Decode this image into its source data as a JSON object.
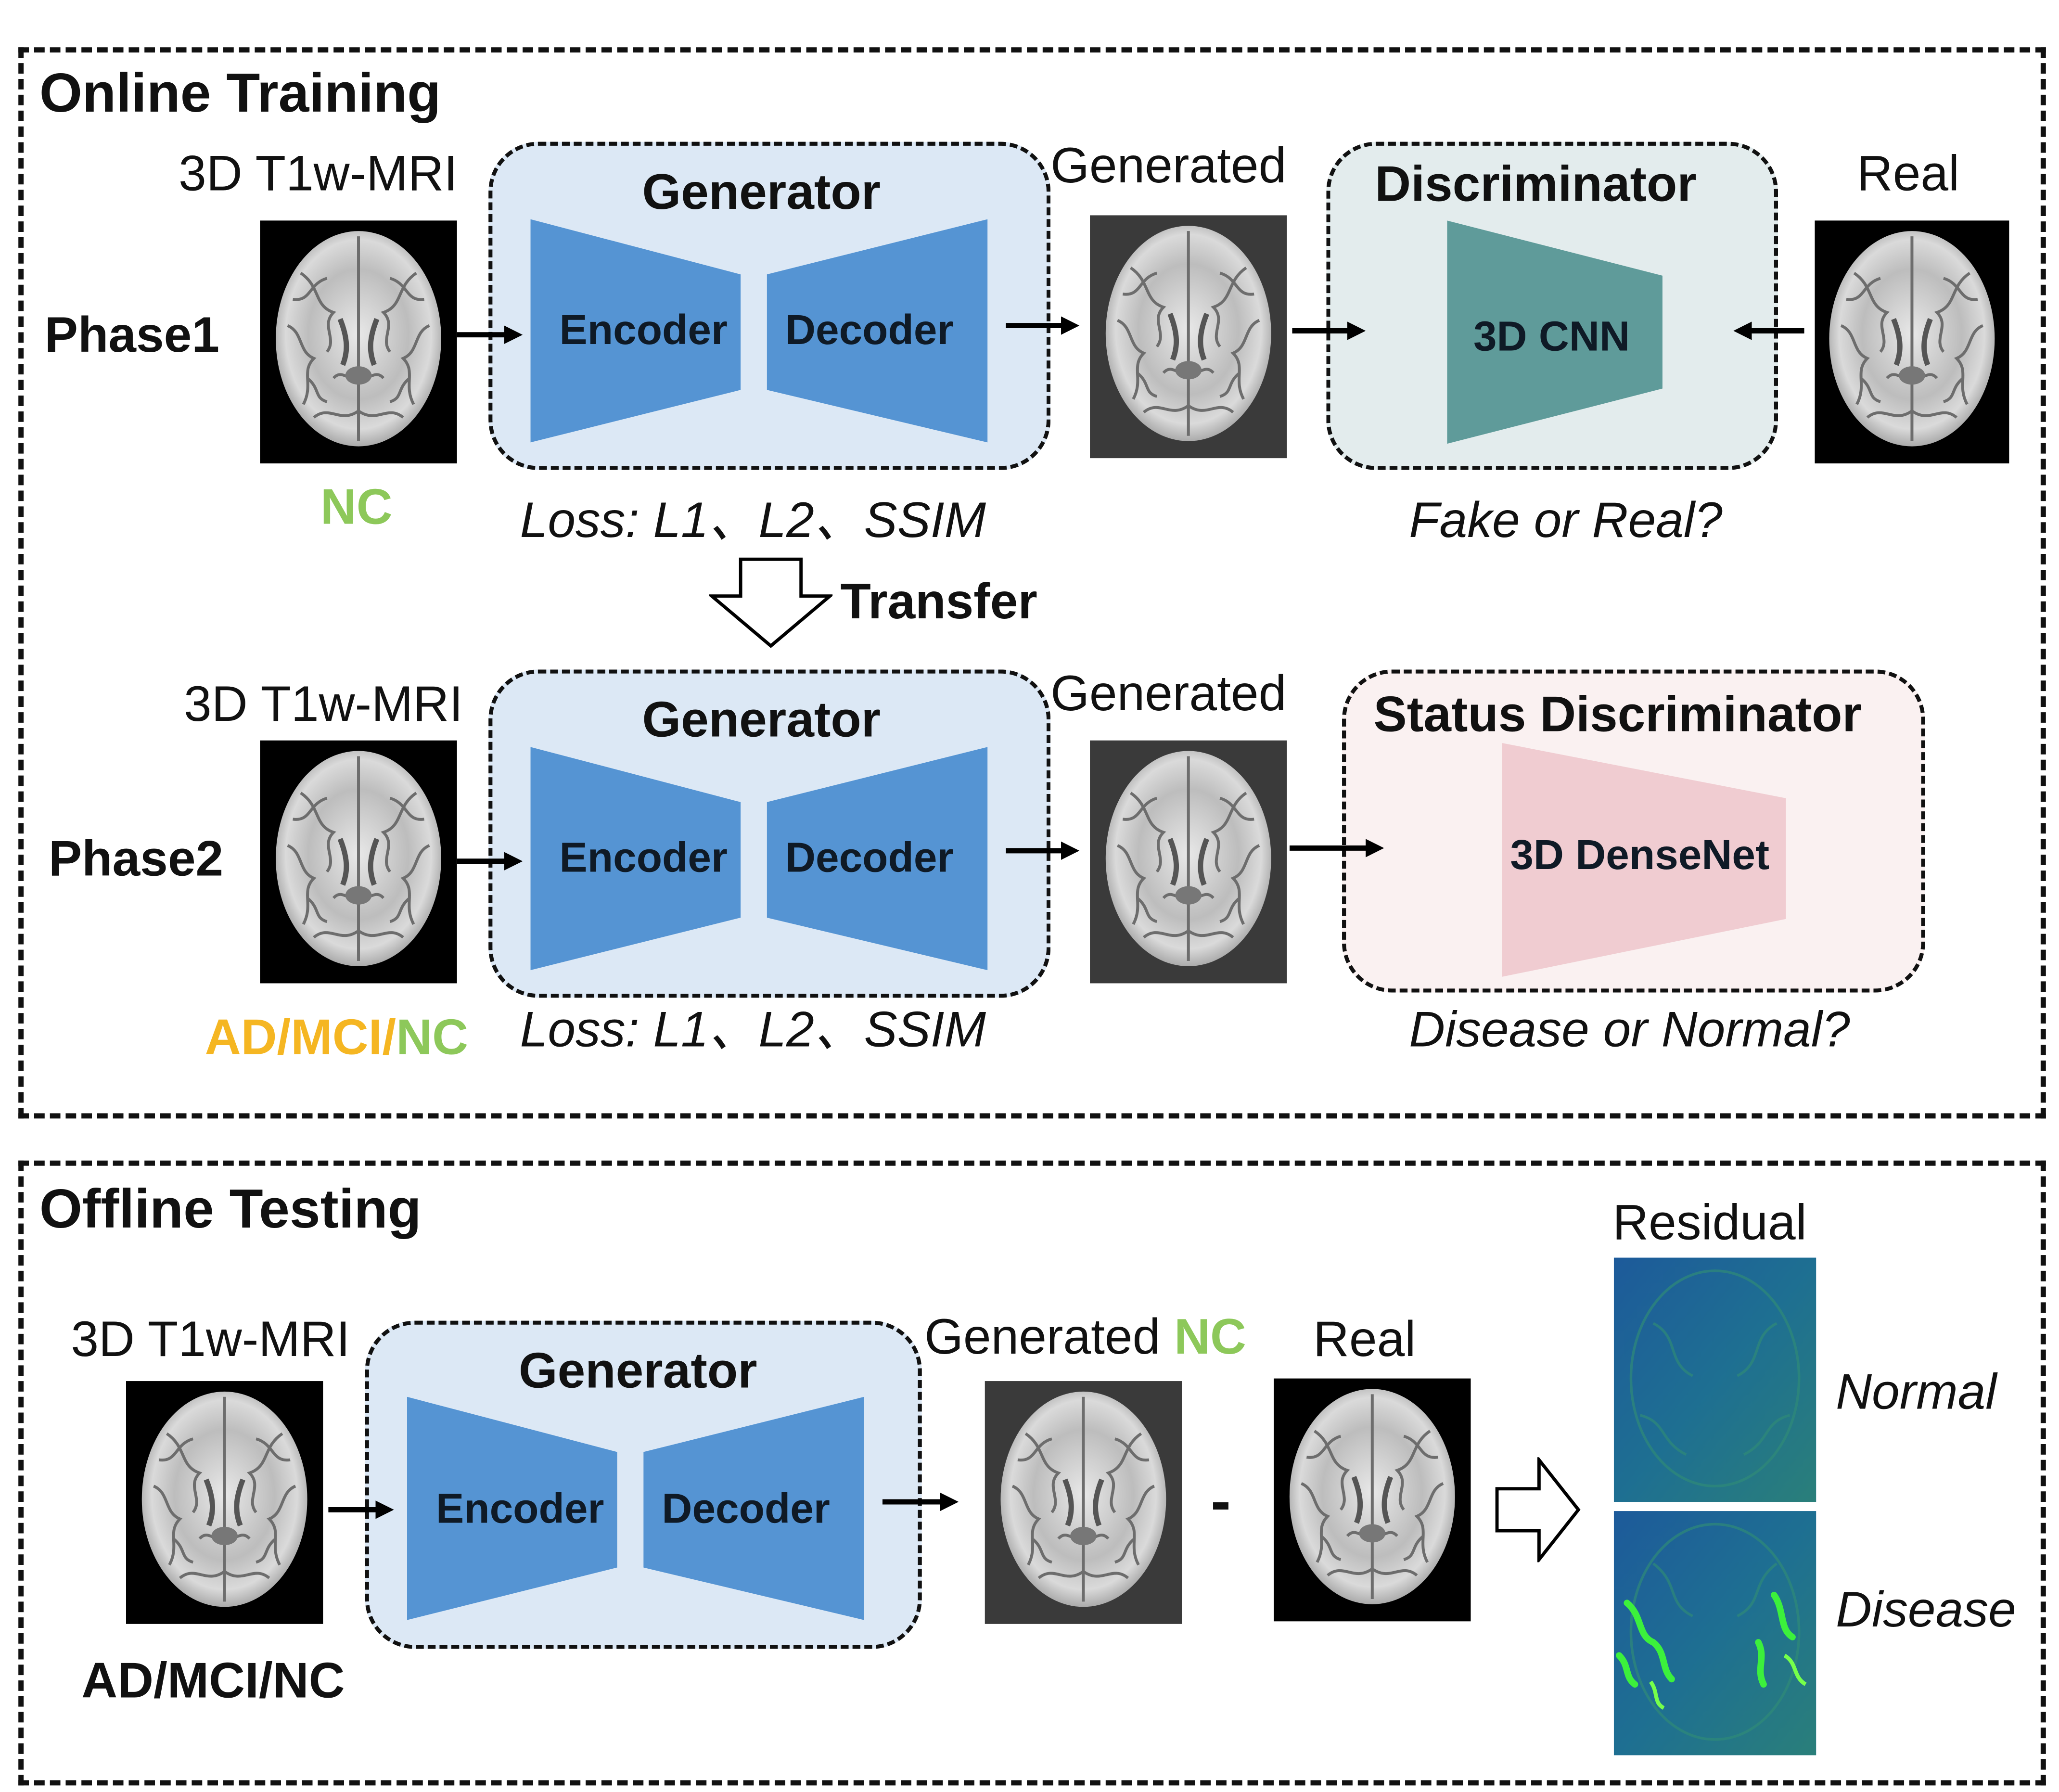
{
  "online": {
    "title": "Online Training",
    "phase1": {
      "label": "Phase1",
      "input_label": "3D T1w-MRI",
      "input_class": "NC",
      "generator_title": "Generator",
      "encoder": "Encoder",
      "decoder": "Decoder",
      "generated_label": "Generated",
      "discriminator_title": "Discriminator",
      "discriminator_net": "3D CNN",
      "real_label": "Real",
      "loss": "Loss: L1、L2、SSIM",
      "question": "Fake or Real?"
    },
    "transfer": "Transfer",
    "phase2": {
      "label": "Phase2",
      "input_label": "3D T1w-MRI",
      "input_class_a": "AD/MCI/",
      "input_class_b": "NC",
      "generator_title": "Generator",
      "encoder": "Encoder",
      "decoder": "Decoder",
      "generated_label": "Generated",
      "discriminator_title": "Status Discriminator",
      "discriminator_net": "3D DenseNet",
      "loss": "Loss: L1、L2、SSIM",
      "question": "Disease or Normal?"
    }
  },
  "offline": {
    "title": "Offline Testing",
    "input_label": "3D T1w-MRI",
    "input_class": "AD/MCI/NC",
    "generator_title": "Generator",
    "encoder": "Encoder",
    "decoder": "Decoder",
    "generated_label": "Generated ",
    "generated_class": "NC",
    "real_label": "Real",
    "minus": "-",
    "residual_label": "Residual",
    "normal_label": "Normal",
    "disease_label": "Disease"
  },
  "colors": {
    "generator_bg": "#dce8f5",
    "encoder_decoder": "#5594d3",
    "cnn": "#5f9b9a",
    "densenet": "#f0ccd1",
    "nc_green": "#8dc85a",
    "ad_orange": "#f5b622"
  }
}
